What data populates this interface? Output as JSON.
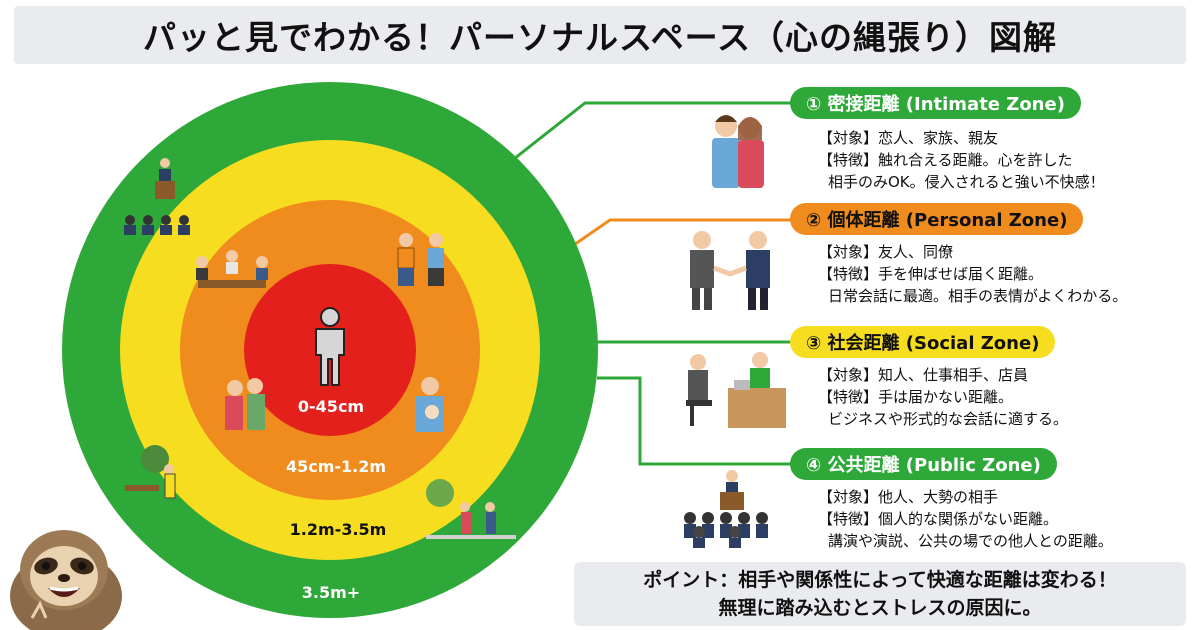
{
  "title": "パッと見でわかる！パーソナルスペース（心の縄張り）図解",
  "rings": {
    "intimate_label": "0-45cm",
    "personal_label": "45cm-1.2m",
    "social_label": "1.2m-3.5m",
    "public_label": "3.5m+"
  },
  "zones": [
    {
      "heading": "① 密接距離 (Intimate Zone)",
      "lines": [
        "【対象】恋人、家族、親友",
        "【特徴】触れ合える距離。心を許した",
        "相手のみOK。侵入されると強い不快感！"
      ]
    },
    {
      "heading": "② 個体距離 (Personal Zone)",
      "lines": [
        "【対象】友人、同僚",
        "【特徴】手を伸ばせば届く距離。",
        "日常会話に最適。相手の表情がよくわかる。"
      ]
    },
    {
      "heading": "③ 社会距離 (Social Zone)",
      "lines": [
        "【対象】知人、仕事相手、店員",
        "【特徴】手は届かない距離。",
        "ビジネスや形式的な会話に適する。"
      ]
    },
    {
      "heading": "④ 公共距離 (Public Zone)",
      "lines": [
        "【対象】他人、大勢の相手",
        "【特徴】個人的な関係がない距離。",
        "講演や演説、公共の場での他人との距離。"
      ]
    }
  ],
  "point": {
    "line1": "ポイント：相手や関係性によって快適な距離は変わる！",
    "line2": "無理に踏み込むとストレスの原因に。"
  },
  "colors": {
    "green": "#2fa83a",
    "yellow": "#f6dd1f",
    "orange": "#f08b1e",
    "red": "#e3201b"
  }
}
